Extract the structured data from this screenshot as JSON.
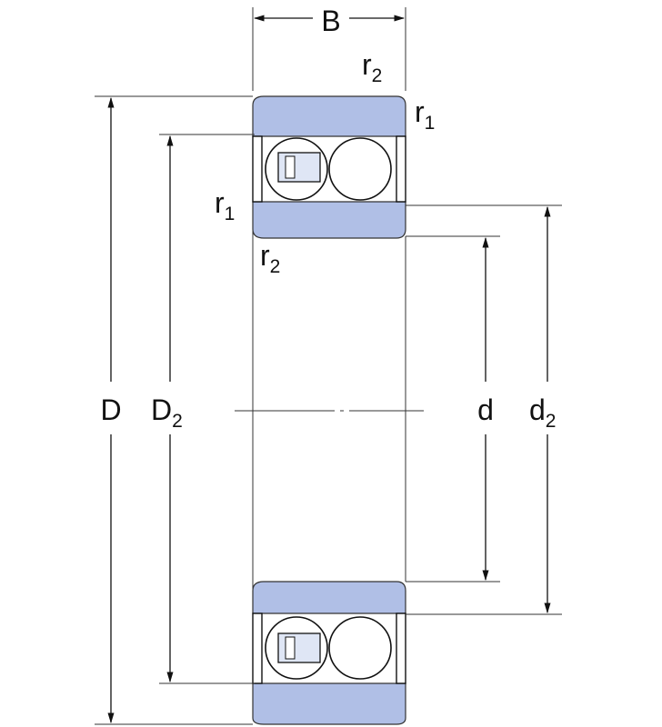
{
  "diagram": {
    "labels": {
      "B": "B",
      "D": "D",
      "D2_main": "D",
      "D2_sub": "2",
      "d": "d",
      "d2_main": "d",
      "d2_sub": "2",
      "r": "r",
      "r1_sub": "1",
      "r2_sub": "2"
    },
    "colors": {
      "ring_fill": "#b0bfe6",
      "line": "#111111",
      "ball_fill": "#ffffff"
    }
  }
}
